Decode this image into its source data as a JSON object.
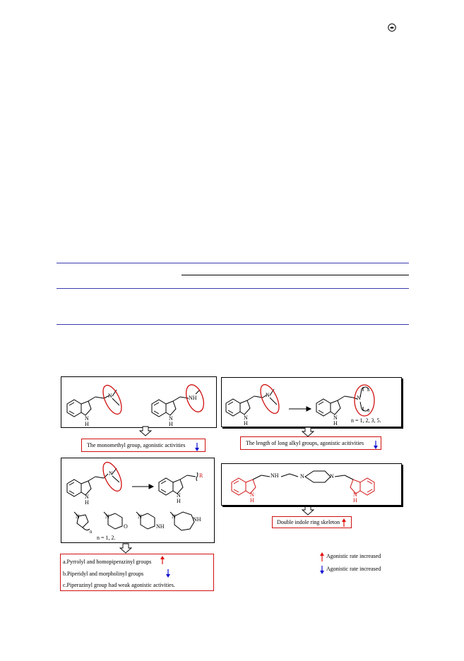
{
  "page": {
    "summary_boxes": {
      "monomethyl": "The monomethyl group, agonistic activities",
      "long_alkyl": "The length of long alkyl groups, agonistic acitivities",
      "double_indole": "Double indole ring skeleton"
    },
    "findings": [
      "a.Pyrrolyl and homopiperazinyl groups",
      "b.Piperidyl and morpholinyl groups",
      "c.Piperazinyl group had weak  agonistic activities."
    ],
    "legend": [
      {
        "label": "Agonistic rate increased",
        "arrow": "up",
        "color": "#e01010"
      },
      {
        "label": "Agonistic rate increased",
        "arrow": "down",
        "color": "#1010d0"
      }
    ],
    "annotations": {
      "n_values_1": "n = 1, 2, 3, 5.",
      "n_values_2": "n = 1, 2.",
      "r_group": "R",
      "n": "n"
    },
    "atoms": {
      "N": "N",
      "H": "H",
      "NH": "NH",
      "O": "O"
    },
    "colors": {
      "red": "#d01010",
      "blue": "#1010d0",
      "rule": "#3b3bb0"
    }
  }
}
